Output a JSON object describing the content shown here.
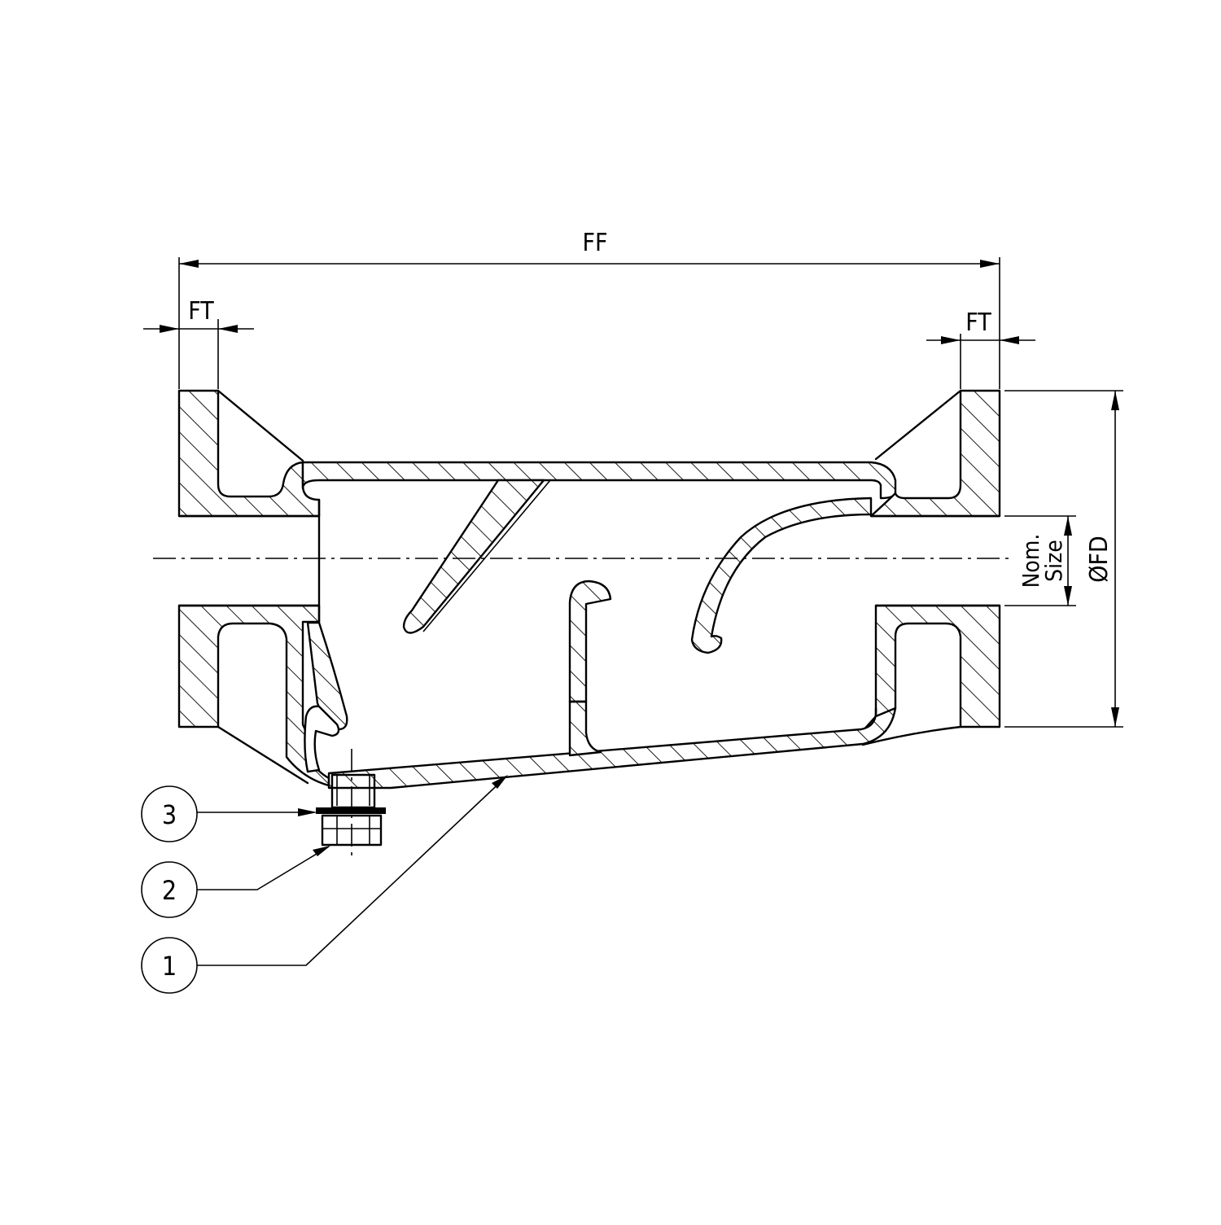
{
  "dimensions": {
    "face_to_face": "FF",
    "flange_thickness_left": "FT",
    "flange_thickness_right": "FT",
    "flange_diameter": "ØFD",
    "nominal_size_line1": "Nom.",
    "nominal_size_line2": "Size"
  },
  "balloons": [
    {
      "number": "3"
    },
    {
      "number": "2"
    },
    {
      "number": "1"
    }
  ]
}
